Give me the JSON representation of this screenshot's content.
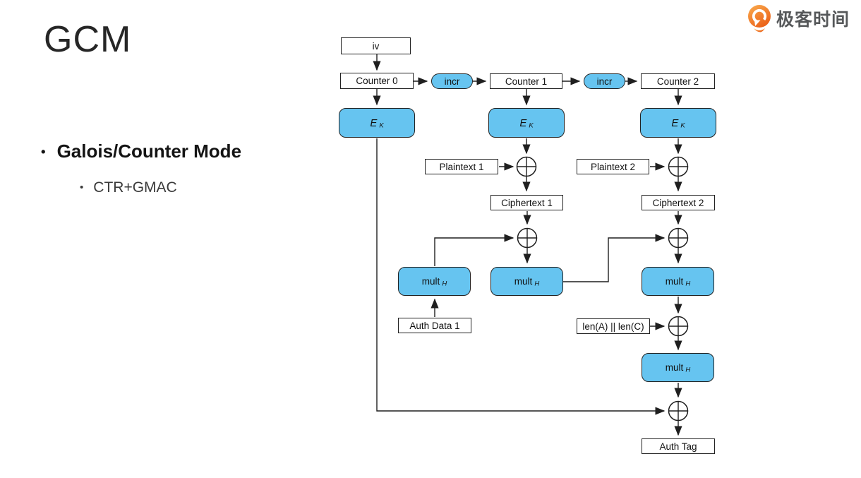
{
  "slide": {
    "title": "GCM",
    "bullets": [
      {
        "bullet": "•",
        "text": "Galois/Counter Mode"
      },
      {
        "bullet": "•",
        "text": "CTR+GMAC"
      }
    ]
  },
  "brand": {
    "name": "极客时间",
    "logo_icon": "geektime-pin-icon",
    "logo_colors": {
      "gradient_start": "#F9A74B",
      "gradient_end": "#EA5B13"
    }
  },
  "diagram": {
    "labels": {
      "iv": "iv",
      "counter0": "Counter 0",
      "counter1": "Counter 1",
      "counter2": "Counter 2",
      "incr": "incr",
      "ek_base": "E",
      "ek_sub": "K",
      "mult_base": "mult",
      "mult_sub": "H",
      "plaintext1": "Plaintext 1",
      "plaintext2": "Plaintext 2",
      "ciphertext1": "Ciphertext 1",
      "ciphertext2": "Ciphertext 2",
      "auth_data1": "Auth Data 1",
      "len_concat": "len(A) || len(C)",
      "auth_tag": "Auth Tag"
    },
    "colors": {
      "node_fill": "#66C4F0",
      "node_stroke": "#222222",
      "line": "#1F1F1F"
    }
  }
}
